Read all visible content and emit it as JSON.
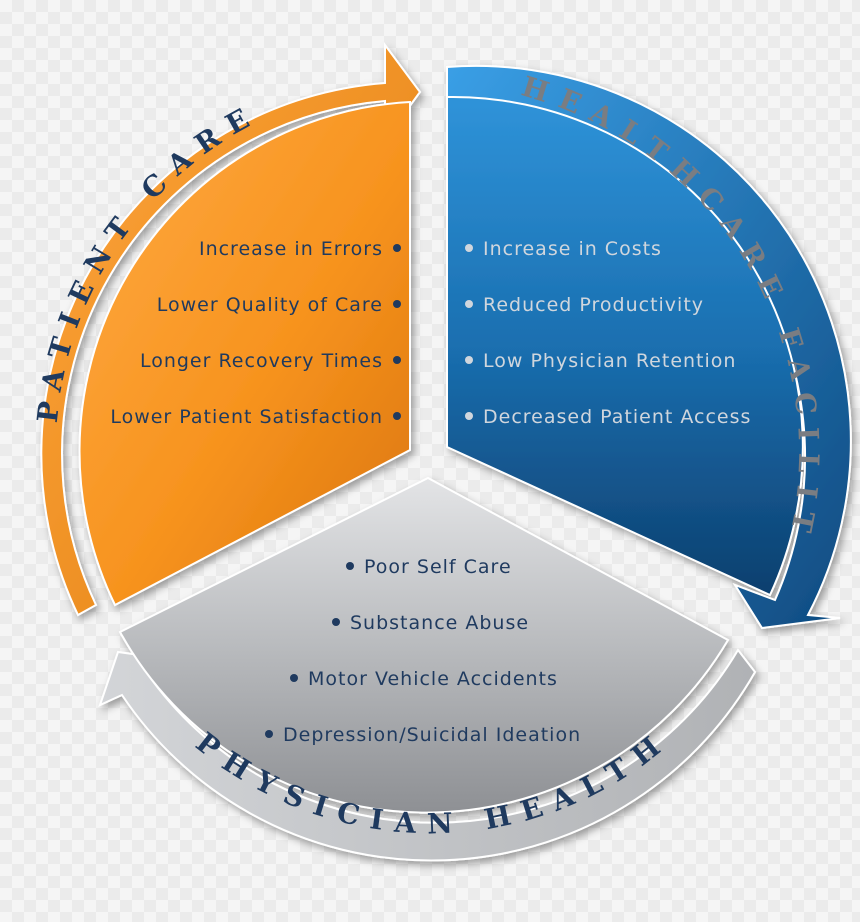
{
  "segments": {
    "patient_care": {
      "label": "PATIENT CARE",
      "color": "#f7931e",
      "items": [
        "Increase in Errors",
        "Lower Quality of Care",
        "Longer Recovery Times",
        "Lower Patient Satisfaction"
      ]
    },
    "healthcare_facilities": {
      "label": "HEALTHCARE FACILITIES",
      "color": "#1a6fb0",
      "items": [
        "Increase in Costs",
        "Reduced Productivity",
        "Low Physician Retention",
        "Decreased Patient Access"
      ]
    },
    "physician_health": {
      "label": "PHYSICIAN HEALTH",
      "color": "#a7a9ac",
      "items": [
        "Poor Self Care",
        "Substance Abuse",
        "Motor Vehicle Accidents",
        "Depression/Suicidal Ideation"
      ]
    }
  }
}
